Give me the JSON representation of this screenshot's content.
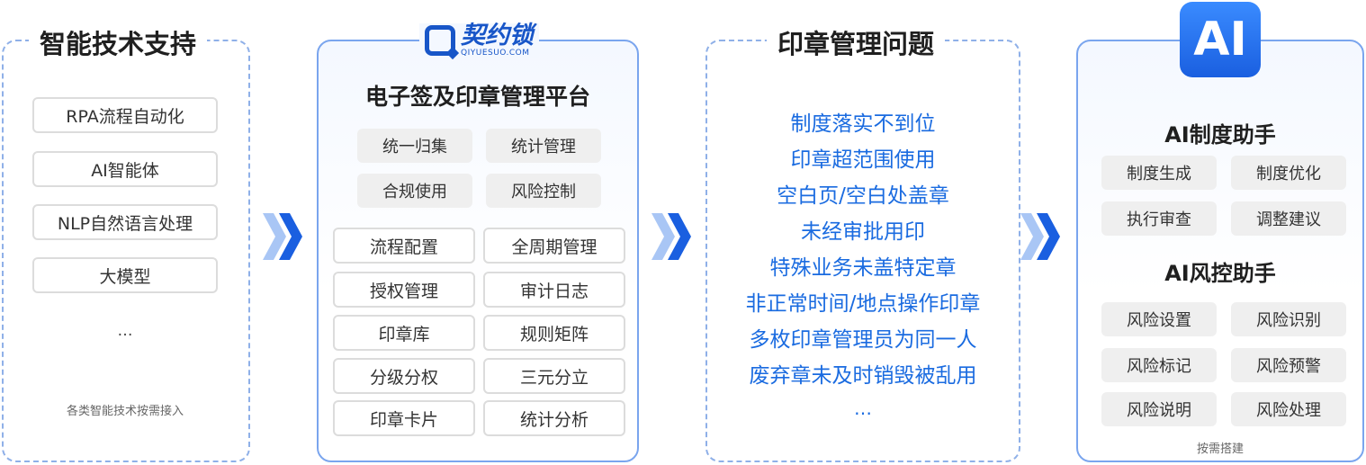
{
  "tech": {
    "title": "智能技术支持",
    "items": [
      "RPA流程自动化",
      "AI智能体",
      "NLP自然语言处理",
      "大模型",
      "…"
    ],
    "note": "各类智能技术按需接入"
  },
  "platform": {
    "logo_main": "契约锁",
    "logo_sub": "QIYUESUO.COM",
    "title": "电子签及印章管理平台",
    "top_chips": [
      "统一归集",
      "统计管理",
      "合规使用",
      "风险控制"
    ],
    "grid": [
      "流程配置",
      "全周期管理",
      "授权管理",
      "审计日志",
      "印章库",
      "规则矩阵",
      "分级分权",
      "三元分立",
      "印章卡片",
      "统计分析"
    ]
  },
  "issues": {
    "title": "印章管理问题",
    "items": [
      "制度落实不到位",
      "印章超范围使用",
      "空白页/空白处盖章",
      "未经审批用印",
      "特殊业务未盖特定章",
      "非正常时间/地点操作印章",
      "多枚印章管理员为同一人",
      "废弃章未及时销毁被乱用",
      "…"
    ]
  },
  "ai": {
    "badge": "AI",
    "section1_title": "AI制度助手",
    "section1_chips": [
      "制度生成",
      "制度优化",
      "执行审查",
      "调整建议"
    ],
    "section2_title": "AI风控助手",
    "section2_chips": [
      "风险设置",
      "风险识别",
      "风险标记",
      "风险预警",
      "风险说明",
      "风险处理"
    ],
    "note": "按需搭建"
  },
  "colors": {
    "accent": "#1a6be0",
    "arrow_dark": "#1a5fe0",
    "arrow_light": "#a9c6f5"
  }
}
